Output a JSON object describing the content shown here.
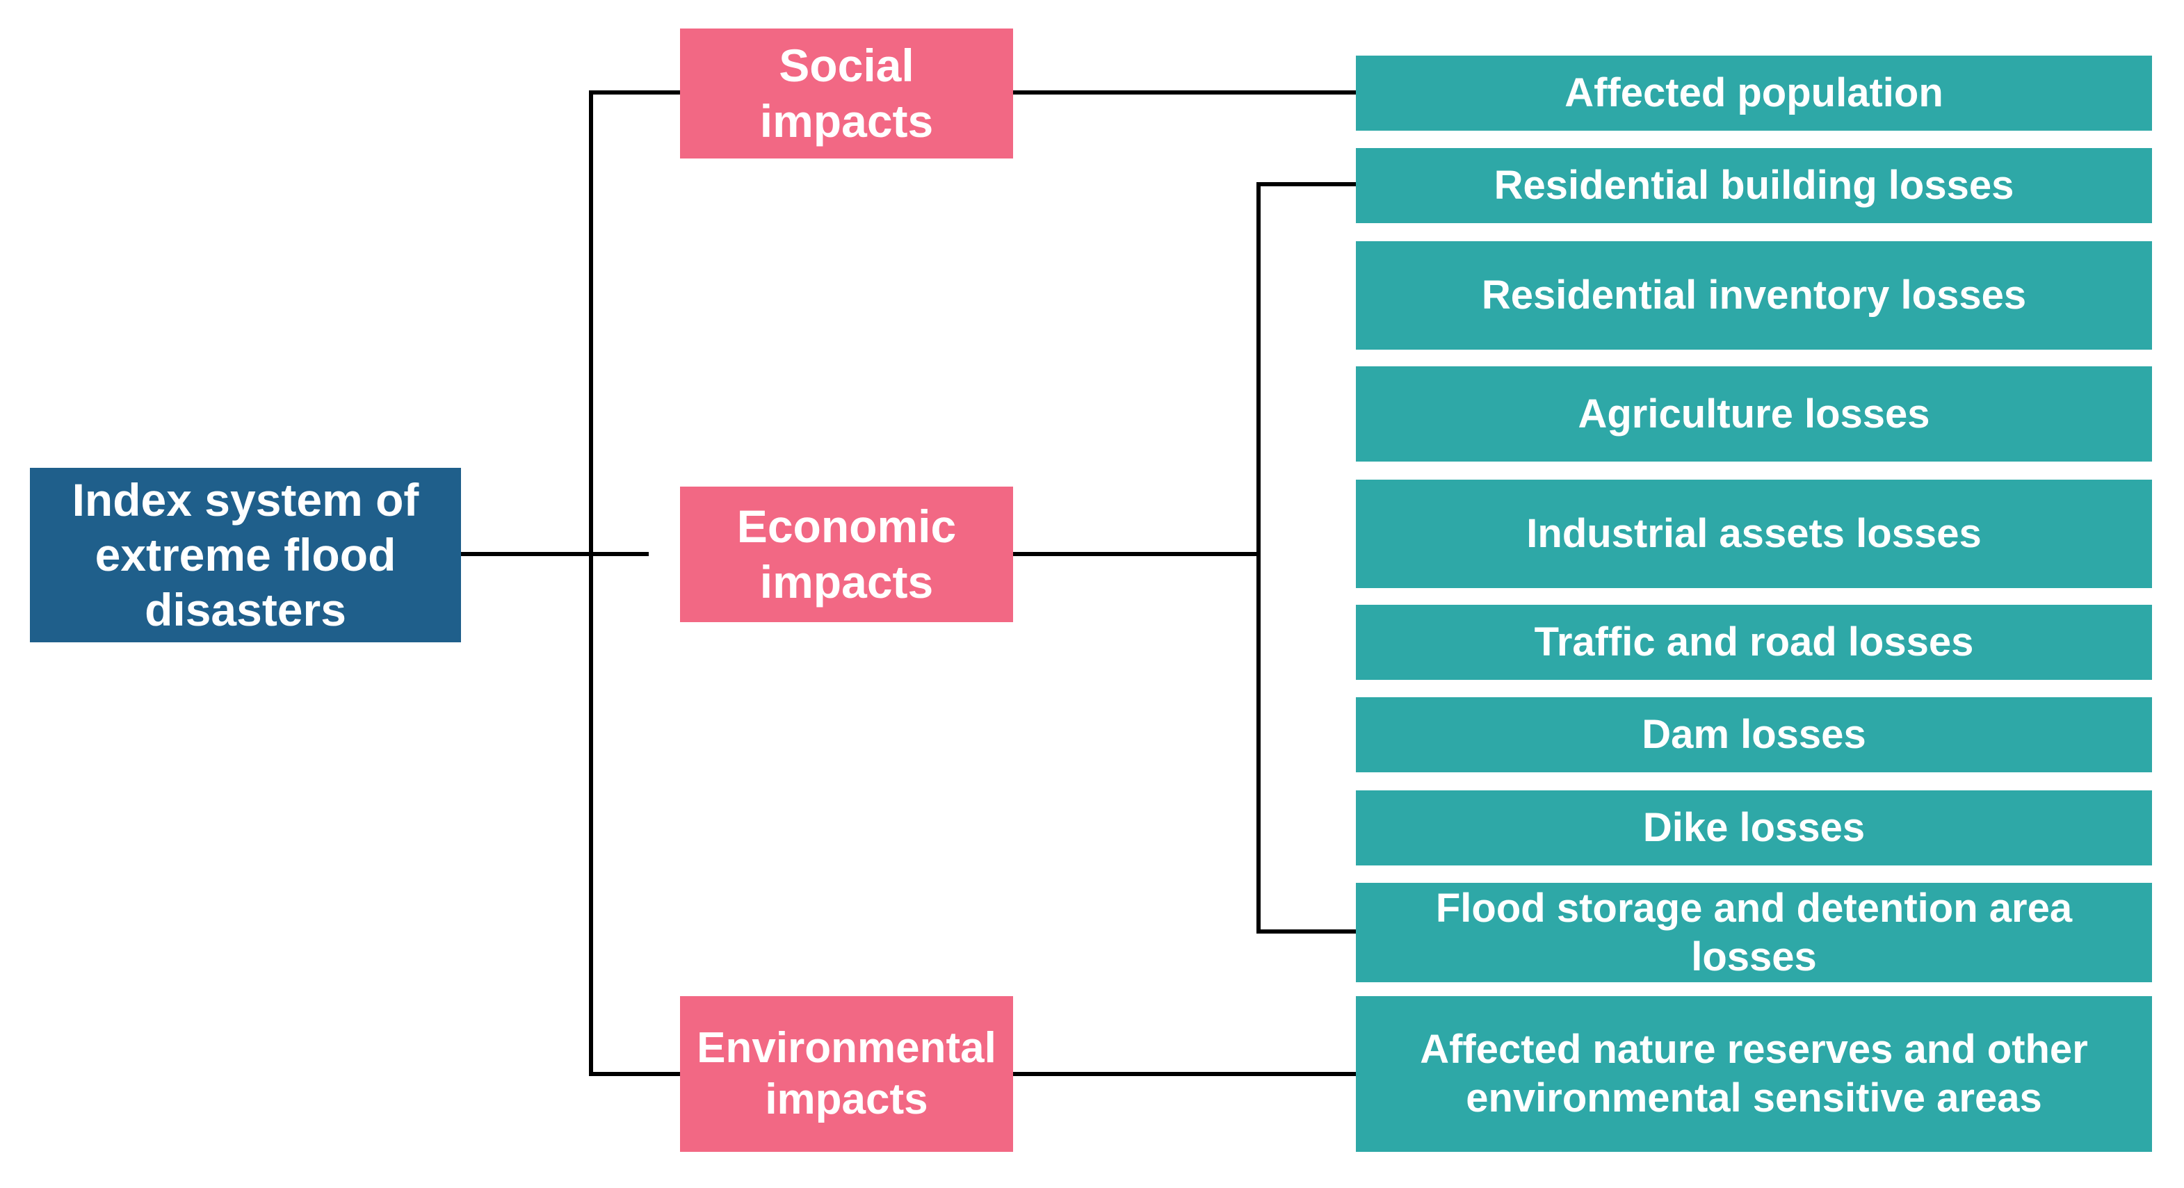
{
  "colors": {
    "root_fill": "#1f5f8b",
    "category_fill": "#f26884",
    "indicator_fill": "#2ea8a7",
    "text": "#ffffff",
    "connector": "#000000"
  },
  "root": {
    "label": "Index system of extreme flood disasters"
  },
  "categories": {
    "social": "Social impacts",
    "economic": "Economic impacts",
    "environmental": "Environmental impacts"
  },
  "indicators": {
    "social": [
      "Affected population"
    ],
    "economic": [
      "Residential building losses",
      "Residential inventory losses",
      "Agriculture losses",
      "Industrial assets losses",
      "Traffic and road losses",
      "Dam losses",
      "Dike losses",
      "Flood storage and detention area losses"
    ],
    "environmental": [
      "Affected nature reserves and other environmental sensitive areas"
    ]
  }
}
